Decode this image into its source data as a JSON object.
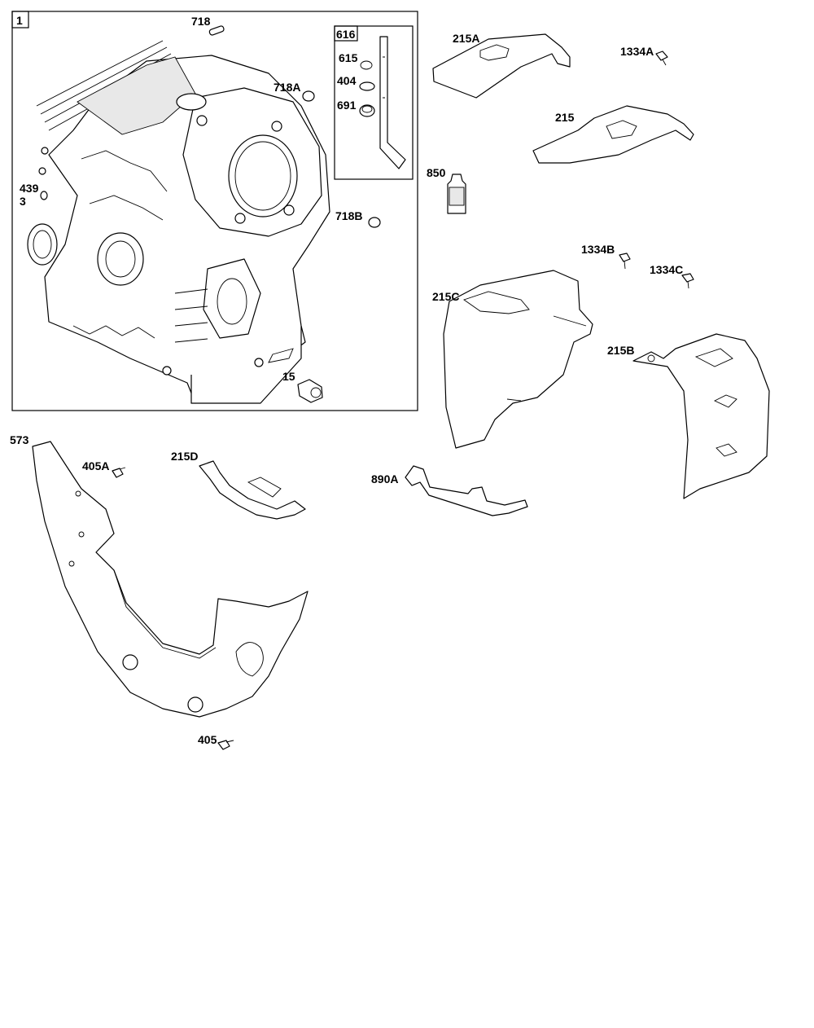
{
  "diagram": {
    "group_box_label": "1",
    "sub_box_label": "616",
    "labels": {
      "l718": "718",
      "l718A": "718A",
      "l718B": "718B",
      "l439": "439",
      "l3": "3",
      "l15": "15",
      "l615": "615",
      "l404": "404",
      "l691": "691",
      "l215A": "215A",
      "l1334A": "1334A",
      "l215": "215",
      "l850": "850",
      "l1334B": "1334B",
      "l1334C": "1334C",
      "l215C": "215C",
      "l215B": "215B",
      "l573": "573",
      "l405A": "405A",
      "l215D": "215D",
      "l890A": "890A",
      "l405": "405"
    }
  }
}
